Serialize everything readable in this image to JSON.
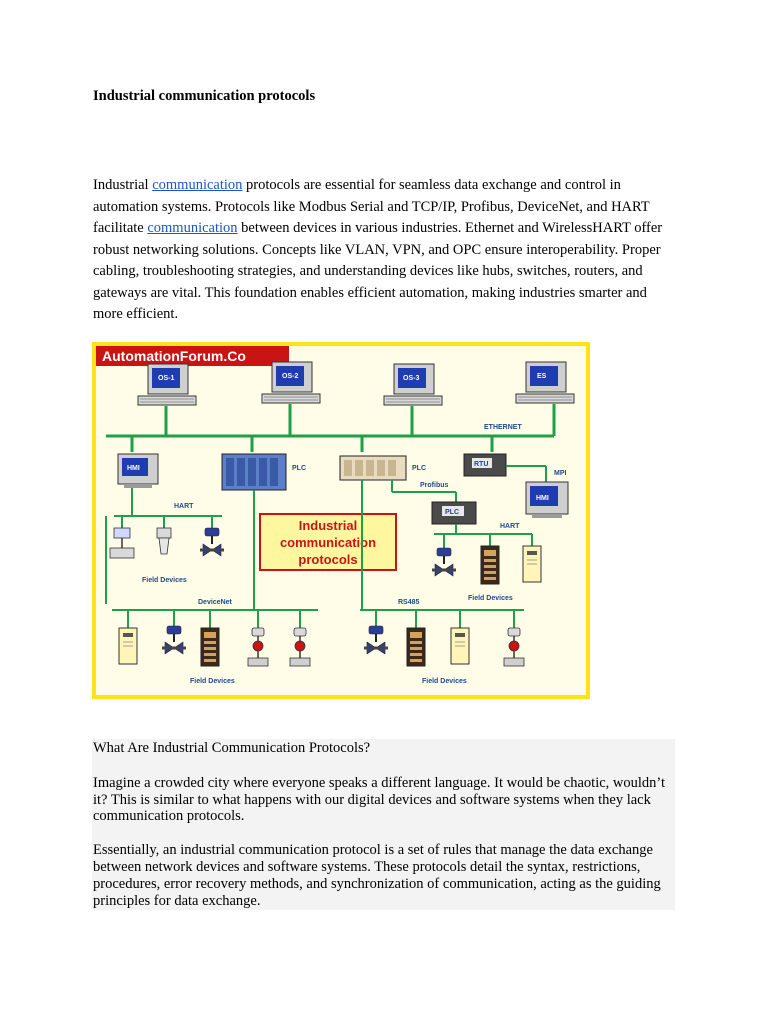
{
  "document": {
    "title": "Industrial communication protocols",
    "intro": {
      "t1": "Industrial ",
      "link1": " communication",
      "t2": " protocols are essential for seamless data exchange and control in automation systems. Protocols like Modbus Serial and TCP/IP, Profibus, DeviceNet, and HART facilitate ",
      "link2": " communication",
      "t3": " between devices in various industries. Ethernet and WirelessHART offer robust networking solutions. Concepts like VLAN, VPN, and OPC ensure interoperability. Proper cabling, troubleshooting strategies, and understanding devices like hubs, switches, routers, and gateways are vital. This foundation enables efficient automation, making industries smarter and more efficient."
    },
    "section": {
      "heading": "What Are Industrial Communication Protocols?",
      "p1": "Imagine a crowded city where everyone speaks a different language. It would be chaotic, wouldn’t it? This is similar to what happens with our digital devices and software systems when they lack communication protocols.",
      "p2": "Essentially, an industrial communication protocol is a set of rules that manage the data exchange between network devices and software systems. These protocols detail the syntax, restrictions, procedures, error recovery methods, and synchronization of communication, acting as the guiding principles for data exchange."
    }
  },
  "figure": {
    "brand": "AutomationForum.Co",
    "center_title": [
      "Industrial",
      "communication",
      "protocols"
    ],
    "stations": [
      "OS-1",
      "OS-2",
      "OS-3",
      "ES"
    ],
    "hmi": "HMI",
    "plc": "PLC",
    "rtu": "RTU",
    "networks": {
      "ethernet": "ETHERNET",
      "mpi": "MPI",
      "profibus": "Profibus",
      "hart": "HART",
      "devicenet": "DeviceNet",
      "rs485": "RS485"
    },
    "field_devices": "Field Devices",
    "colors": {
      "frame": "#ffe21a",
      "background": "#fffce8",
      "brand_bg": "#c81414",
      "bus": "#1ea04a",
      "center_text": "#c81414",
      "label": "#1c4b8c"
    }
  }
}
